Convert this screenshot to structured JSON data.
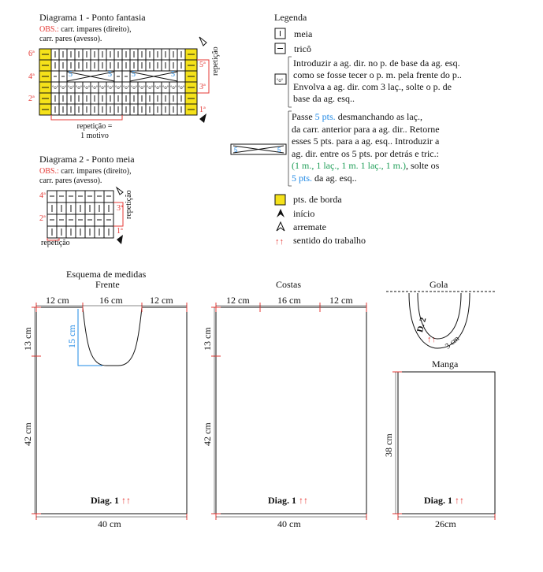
{
  "diagram1": {
    "title": "Diagrama 1 - Ponto fantasia",
    "obs_label": "OBS.:",
    "obs_line1": " carr. impares (direito),",
    "obs_line2": "carr. pares (avesso).",
    "rows_left": [
      "6ª",
      "4ª",
      "2ª"
    ],
    "rows_right": [
      "5ª",
      "3ª",
      "1ª"
    ],
    "repeat_side": "repetição",
    "repeat_bottom_1": "repetição =",
    "repeat_bottom_2": "1 motivo",
    "cable_label": "5"
  },
  "diagram2": {
    "title": "Diagrama 2 - Ponto meia",
    "obs_label": "OBS.:",
    "obs_line1": " carr. impares (direito),",
    "obs_line2": "carr. pares (avesso).",
    "rows_left": [
      "4ª",
      "2ª"
    ],
    "rows_right": [
      "3ª",
      "1ª"
    ],
    "repeat_side": "repetição",
    "repeat_bottom": "repetição"
  },
  "legend": {
    "title": "Legenda",
    "meia": "meia",
    "trico": "tricô",
    "bobble_lines": [
      "Introduzir a ag. dir. no p. de base da ag. esq.",
      "como se fosse tecer o p. m. pela frente do p..",
      "Envolva a ag. dir. com 3 laç., solte o p. de",
      "base da ag. esq.."
    ],
    "cable": {
      "l1a": "Passe ",
      "l1b": "5 pts.",
      "l1c": " desmanchando as laç.,",
      "l2": "da carr. anterior para a ag. dir.. Retorne",
      "l3": "esses 5 pts. para a ag. esq.. Introduzir a",
      "l4": "ag. dir. entre os 5 pts. por detrás e tric.:",
      "l5a": "(1 m., 1 laç., 1 m. 1 laç., 1 m.)",
      "l5b": ", solte os",
      "l6a": "5 pts.",
      "l6b": " da ag. esq.."
    },
    "borda": "pts. de borda",
    "inicio": "início",
    "arremate": "arremate",
    "sentido": "sentido do trabalho"
  },
  "schema": {
    "title": "Esquema de medidas",
    "frente": {
      "title": "Frente",
      "top_left": "12 cm",
      "top_mid": "16 cm",
      "top_right": "12 cm",
      "left_top": "13 cm",
      "neck_depth": "15 cm",
      "left_bottom": "42 cm",
      "bottom": "40 cm",
      "diag": "Diag. 1"
    },
    "costas": {
      "title": "Costas",
      "top_left": "12 cm",
      "top_mid": "16 cm",
      "top_right": "12 cm",
      "left_top": "13 cm",
      "left_bottom": "42 cm",
      "bottom": "40 cm",
      "diag": "Diag. 1"
    },
    "gola": {
      "title": "Gola",
      "d2": "D. 2",
      "width": "3 cm"
    },
    "manga": {
      "title": "Manga",
      "height": "38 cm",
      "bottom": "26cm",
      "diag": "Diag. 1"
    },
    "arrows": "↑↑"
  },
  "colors": {
    "border_stitch": "#f5e21a",
    "red": "#e53935",
    "blue": "#1e88e5",
    "green": "#22a05a"
  }
}
